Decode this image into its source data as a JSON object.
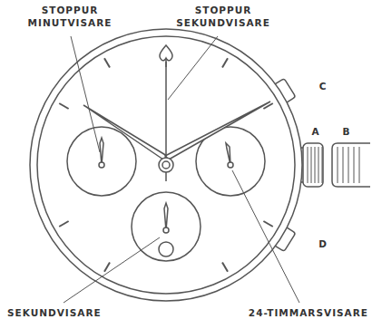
{
  "diagram": {
    "labels": [
      "STOPPUR MINUTVISARE",
      "STOPPUR SEKUNDVISARE",
      "C",
      "A",
      "B",
      "D",
      "SEKUNDVISARE",
      "24-TIMMARSVISARE"
    ]
  }
}
